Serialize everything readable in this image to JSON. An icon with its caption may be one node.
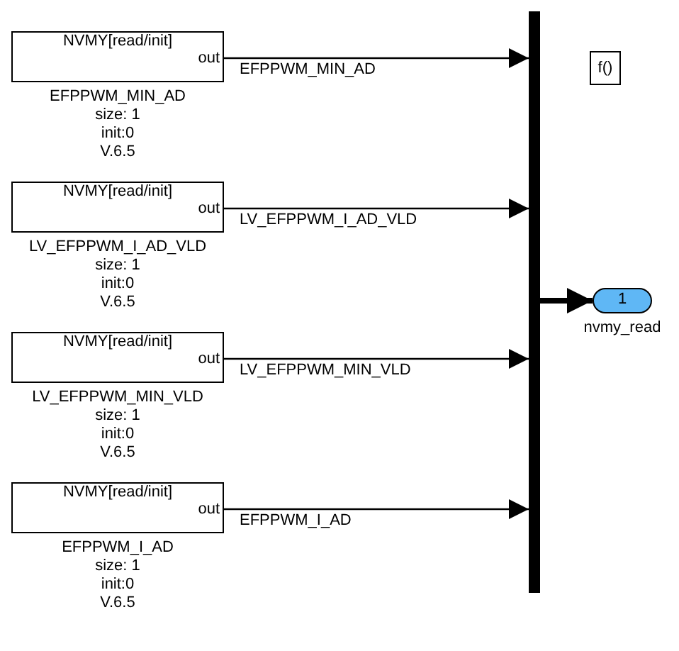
{
  "diagram": {
    "nodes": [
      {
        "text": [
          "NVMY[read/init]",
          "out"
        ],
        "beside": [
          "EFPPWM_MIN_AD",
          "size: 1",
          "init:0",
          "V.6.5"
        ]
      },
      {
        "text": [
          "NVMY[read/init]",
          "out"
        ],
        "beside": [
          "LV_EFPPWM_I_AD_VLD",
          "size: 1",
          "init:0",
          "V.6.5"
        ]
      },
      {
        "text": [
          "NVMY[read/init]",
          "out"
        ],
        "beside": [
          "LV_EFPPWM_MIN_VLD",
          "size: 1",
          "init:0",
          "V.6.5"
        ]
      },
      {
        "text": [
          "NVMY[read/init]",
          "out"
        ],
        "beside": [
          "EFPPWM_I_AD",
          "size: 1",
          "init:0",
          "V.6.5"
        ]
      },
      {
        "text": [],
        "shape": "bar"
      },
      {
        "text": [
          "1"
        ],
        "beside": [
          "nvmy_read"
        ]
      },
      {
        "text": [
          "f()"
        ]
      }
    ],
    "edges": [
      {
        "from": 0,
        "to": 4,
        "arrow": "to",
        "label": "EFPPWM_MIN_AD"
      },
      {
        "from": 1,
        "to": 4,
        "arrow": "to",
        "label": "LV_EFPPWM_I_AD_VLD"
      },
      {
        "from": 2,
        "to": 4,
        "arrow": "to",
        "label": "LV_EFPPWM_MIN_VLD"
      },
      {
        "from": 3,
        "to": 4,
        "arrow": "to",
        "label": "EFPPWM_I_AD"
      },
      {
        "from": 4,
        "to": 5,
        "arrow": "to",
        "style": "thick"
      }
    ]
  }
}
